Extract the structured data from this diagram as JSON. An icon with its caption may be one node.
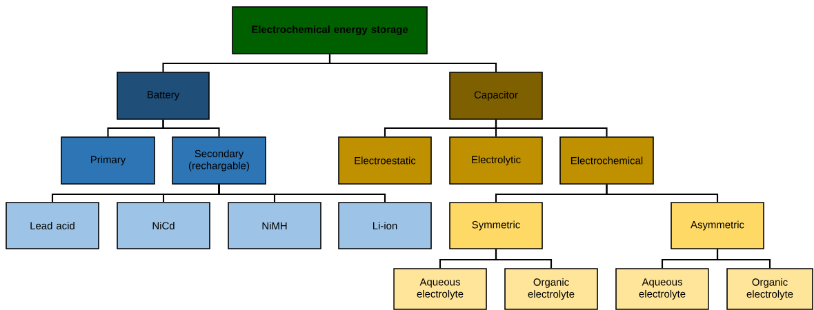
{
  "diagram": {
    "nodes": [
      {
        "text": [
          "Electrochemical energy storage"
        ]
      },
      {
        "text": [
          "Battery"
        ]
      },
      {
        "text": [
          "Capacitor"
        ]
      },
      {
        "text": [
          "Primary"
        ]
      },
      {
        "text": [
          "Secondary (rechargable)"
        ]
      },
      {
        "text": [
          "Electroestatic"
        ]
      },
      {
        "text": [
          "Electrolytic"
        ]
      },
      {
        "text": [
          "Electrochemical"
        ]
      },
      {
        "text": [
          "Lead acid"
        ]
      },
      {
        "text": [
          "NiCd"
        ]
      },
      {
        "text": [
          "NiMH"
        ]
      },
      {
        "text": [
          "Li-ion"
        ]
      },
      {
        "text": [
          "Symmetric"
        ]
      },
      {
        "text": [
          "Asymmetric"
        ]
      },
      {
        "text": [
          "Aqueous electrolyte"
        ]
      },
      {
        "text": [
          "Organic electrolyte"
        ]
      },
      {
        "text": [
          "Aqueous electrolyte"
        ]
      },
      {
        "text": [
          "Organic electrolyte"
        ]
      }
    ],
    "edges": [
      {
        "from": 0,
        "to": 1,
        "arrow": "none"
      },
      {
        "from": 0,
        "to": 2,
        "arrow": "none"
      },
      {
        "from": 1,
        "to": 3,
        "arrow": "none"
      },
      {
        "from": 1,
        "to": 4,
        "arrow": "none"
      },
      {
        "from": 2,
        "to": 5,
        "arrow": "none"
      },
      {
        "from": 2,
        "to": 6,
        "arrow": "none"
      },
      {
        "from": 2,
        "to": 7,
        "arrow": "none"
      },
      {
        "from": 4,
        "to": 8,
        "arrow": "none"
      },
      {
        "from": 4,
        "to": 9,
        "arrow": "none"
      },
      {
        "from": 4,
        "to": 10,
        "arrow": "none"
      },
      {
        "from": 4,
        "to": 11,
        "arrow": "none"
      },
      {
        "from": 7,
        "to": 12,
        "arrow": "none"
      },
      {
        "from": 7,
        "to": 13,
        "arrow": "none"
      },
      {
        "from": 12,
        "to": 14,
        "arrow": "none"
      },
      {
        "from": 12,
        "to": 15,
        "arrow": "none"
      },
      {
        "from": 13,
        "to": 16,
        "arrow": "none"
      },
      {
        "from": 13,
        "to": 17,
        "arrow": "none"
      }
    ]
  }
}
